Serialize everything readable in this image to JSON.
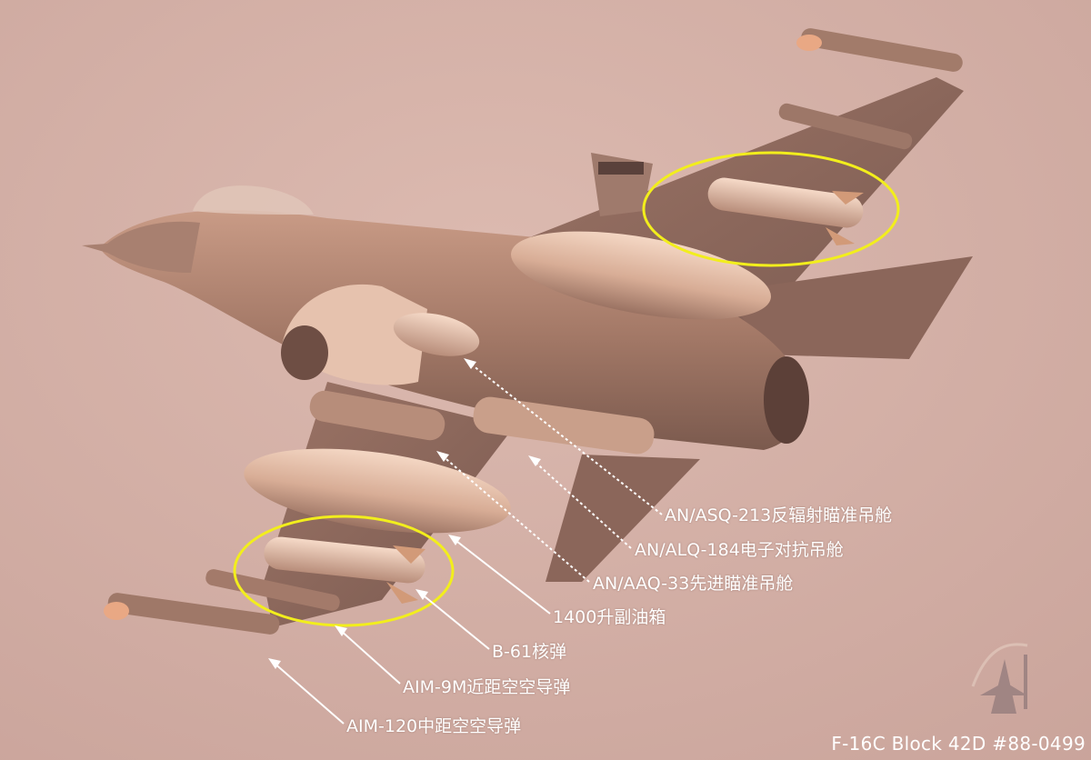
{
  "labels": {
    "asq213": "AN/ASQ-213反辐射瞄准吊舱",
    "alq184": "AN/ALQ-184电子对抗吊舱",
    "aaq33": "AN/AAQ-33先进瞄准吊舱",
    "tank1400": "1400升副油箱",
    "b61": "B-61核弹",
    "aim9m": "AIM-9M近距空空导弹",
    "aim120": "AIM-120中距空空导弹"
  },
  "caption": "F-16C Block 42D #88-0499",
  "colors": {
    "sky": "#d7b2a8",
    "airframe": "#b98b78",
    "highlight": "#f0cfbc",
    "shadow": "#6e4e44",
    "ellipse": "#f2ee1c",
    "annotation": "#ffffff"
  },
  "icons": {
    "watermark": "photographer-logo-icon"
  }
}
